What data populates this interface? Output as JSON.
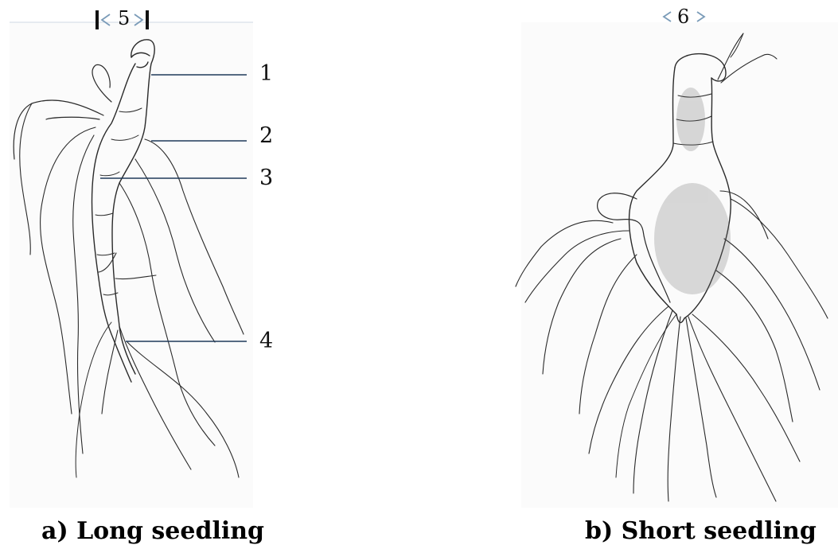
{
  "figure": {
    "panel_a": {
      "caption": "a) Long seedling",
      "width_marker": "5",
      "callouts": [
        "1",
        "2",
        "3",
        "4"
      ]
    },
    "panel_b": {
      "caption": "b) Short seedling",
      "width_marker": "6"
    }
  }
}
